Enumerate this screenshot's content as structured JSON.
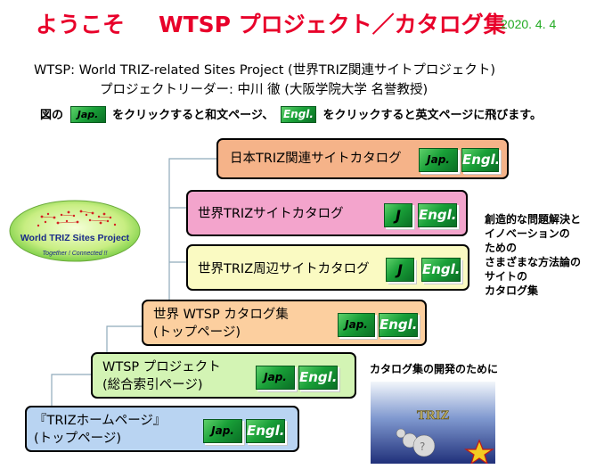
{
  "header": {
    "title_prefix": "ようこそ",
    "title_main": "WTSP プロジェクト／カタログ集",
    "date": "2020. 4. 4",
    "subtitle_line1": "WTSP:  World TRIZ-related Sites Project  (世界TRIZ関連サイトプロジェクト)",
    "subtitle_line2": "プロジェクトリーダー:  中川 徹  (大阪学院大学  名誉教授)",
    "instr_part1": "図の",
    "instr_part2": "をクリックすると和文ページ、",
    "instr_part3": "をクリックすると英文ページに飛びます。",
    "badge_jap": "Jap.",
    "badge_engl": "Engl."
  },
  "logo": {
    "title": "World TRIZ Sites Project",
    "tagline": "Together ! Connected !!"
  },
  "boxes": [
    {
      "id": "japan-catalog",
      "label": "日本TRIZ関連サイトカタログ",
      "label2": "",
      "color": "#f5b389",
      "jp_badge": "Jap.",
      "en_badge": "Engl."
    },
    {
      "id": "world-catalog",
      "label": "世界TRIZサイトカタログ",
      "label2": "",
      "color": "#f3a4cc",
      "jp_badge": "J",
      "en_badge": "Engl."
    },
    {
      "id": "world-related-catalog",
      "label": "世界TRIZ周辺サイトカタログ",
      "label2": "",
      "color": "#fafac2",
      "jp_badge": "J",
      "en_badge": "Engl."
    },
    {
      "id": "wtsp-catalog-top",
      "label": "世界  WTSP  カタログ集",
      "label2": "(トップページ)",
      "color": "#fccf9f",
      "jp_badge": "Jap.",
      "en_badge": "Engl."
    },
    {
      "id": "wtsp-project-index",
      "label": "WTSP  プロジェクト",
      "label2": "(総合索引ページ)",
      "color": "#d3f4b4",
      "jp_badge": "Jap.",
      "en_badge": "Engl."
    },
    {
      "id": "triz-home",
      "label": "『TRIZホームページ』",
      "label2": "(トップページ)",
      "color": "#b9d4f2",
      "jp_badge": "Jap.",
      "en_badge": "Engl."
    }
  ],
  "side_note": [
    "創造的な問題解決と",
    "イノベーションの",
    "ための",
    "さまざまな方法論の",
    "サイトの",
    "カタログ集"
  ],
  "dev_note": "カタログ集の開発のために",
  "triz_image": {
    "text": "TRIZ"
  },
  "colors": {
    "title": "#e8002a",
    "date": "#22aa22",
    "badge": "#19a038"
  }
}
